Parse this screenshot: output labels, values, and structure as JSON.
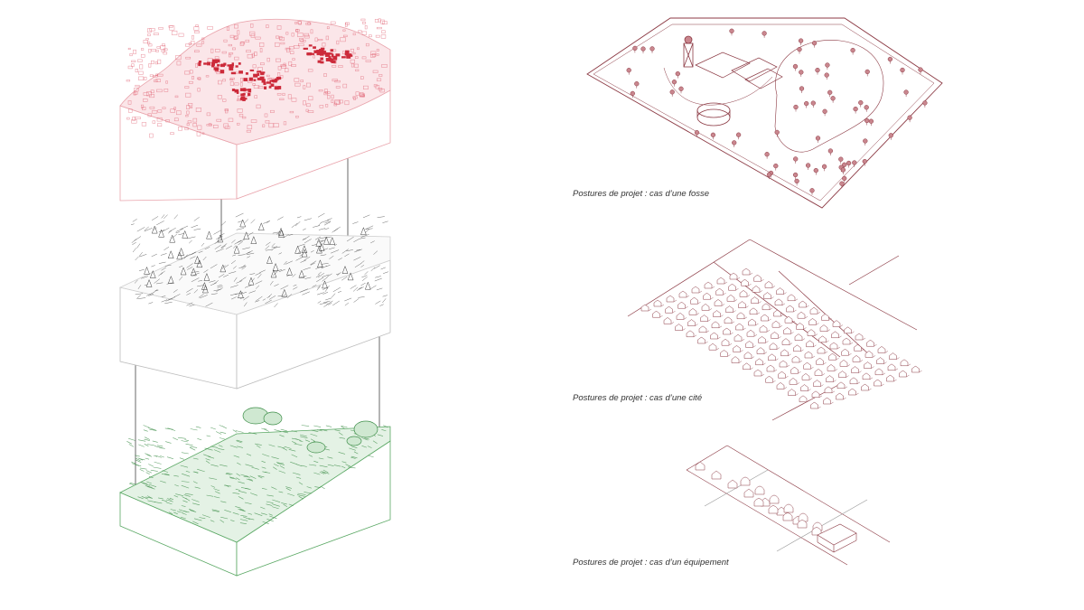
{
  "colors": {
    "urban_layer": "#e06070",
    "urban_dense": "#cc2a3a",
    "grey_layer": "#3a3a3a",
    "green_layer": "#3f8f4a",
    "plan_line": "#8c3a44",
    "plan_fill": "#c9868e"
  },
  "captions": {
    "fosse": "Postures de projet : cas d’une fosse",
    "cite": "Postures de projet : cas d’une cité",
    "equipement": "Postures de projet : cas d’un équipement"
  }
}
